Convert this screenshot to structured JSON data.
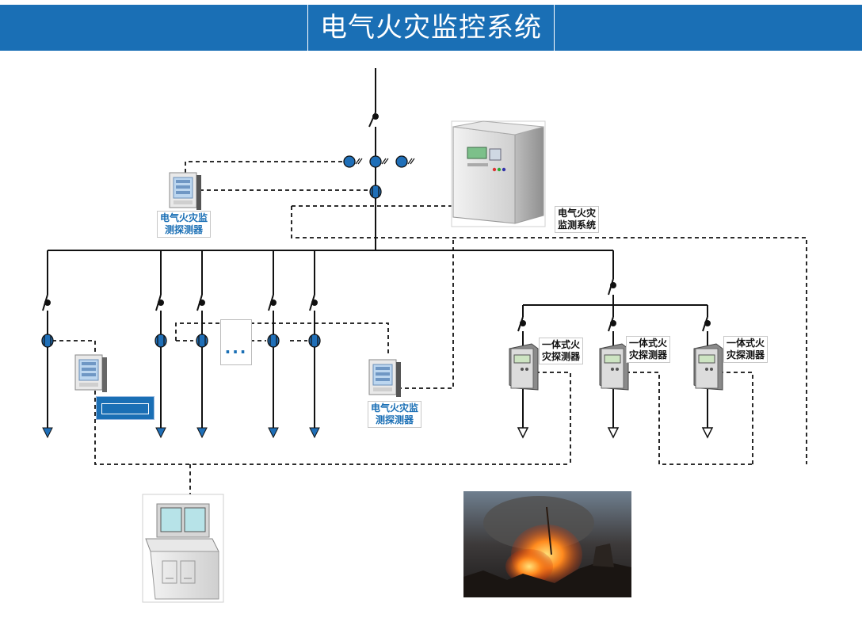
{
  "header": {
    "title": "电气火灾监控系统"
  },
  "labels": {
    "detector_top": [
      "电气火灾监",
      "测探测器"
    ],
    "detector_mid": [
      "电气火灾监",
      "测探测器"
    ],
    "monitor_system": [
      "电气火灾",
      "监测系统"
    ],
    "integrated_1": [
      "一体式火",
      "灾探测器"
    ],
    "integrated_2": [
      "一体式火",
      "灾探测器"
    ],
    "integrated_3": [
      "一体式火",
      "灾探测器"
    ]
  },
  "ellipsis": "...",
  "icons": [
    "circuit-breaker-icon",
    "current-transformer-icon",
    "load-arrow-icon",
    "ground-arrow-icon"
  ],
  "colors": {
    "header": "#1a6fb5",
    "accent_blue": "#1f6fb8",
    "line": "#111111"
  }
}
